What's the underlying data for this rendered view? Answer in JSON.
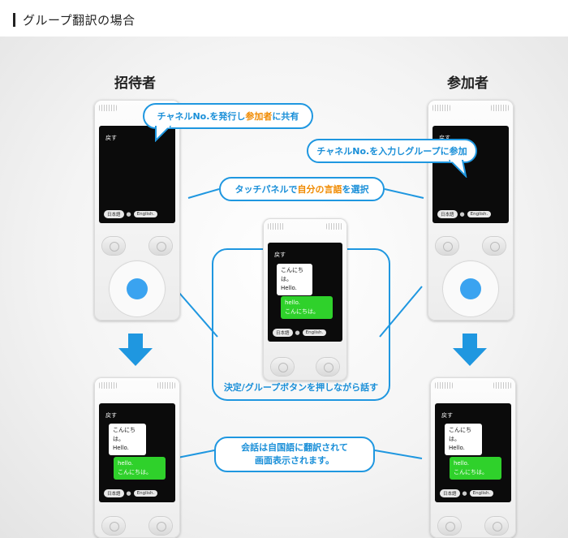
{
  "header": {
    "title": "グループ翻訳の場合"
  },
  "roles": {
    "host": "招待者",
    "participant": "参加者"
  },
  "callouts": {
    "host_share": [
      "チャネルNo.を発行し",
      "参加者",
      "に共有"
    ],
    "participant_join": "チャネルNo.を入力しグループに参加",
    "select_lang": [
      "タッチパネルで",
      "自分の言語",
      "を選択"
    ],
    "speak": "決定/グループボタンを押しながら話す",
    "translated_line1": "会話は自国語に翻訳されて",
    "translated_line2": "画面表示されます。"
  },
  "screen": {
    "back": "戻す",
    "lang_from": "日本語",
    "lang_to": "English.",
    "msg_ja": "こんにちは。",
    "msg_en": "Hello.",
    "reply_en": "hello.",
    "reply_ja": "こんにちは。"
  },
  "colors": {
    "accent": "#1f97e0",
    "highlight": "#f08a00",
    "bubble_green": "#2fd12b"
  }
}
